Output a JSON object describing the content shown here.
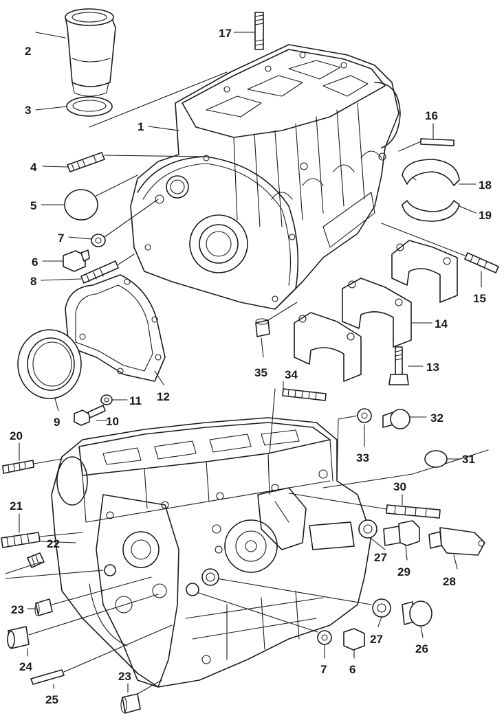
{
  "callouts": [
    "17",
    "2",
    "3",
    "1",
    "16",
    "4",
    "18",
    "5",
    "19",
    "7",
    "6",
    "8",
    "15",
    "14",
    "13",
    "35",
    "34",
    "12",
    "11",
    "9",
    "10",
    "32",
    "20",
    "33",
    "31",
    "30",
    "21",
    "22",
    "27",
    "29",
    "28",
    "23",
    "27",
    "26",
    "24",
    "7",
    "6",
    "25",
    "23"
  ],
  "colors": {
    "ink": "#1a1a1a",
    "paper": "#ffffff"
  }
}
